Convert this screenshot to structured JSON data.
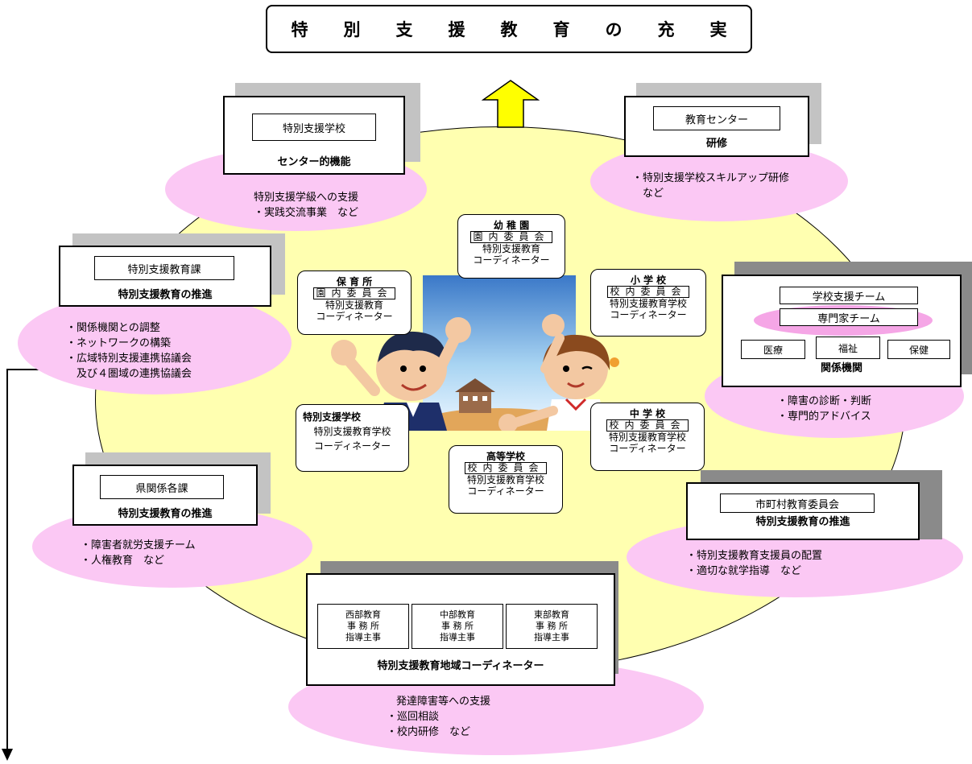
{
  "title": "特別支援教育の充実",
  "special_school": {
    "name": "特別支援学校",
    "function": "センター的機能",
    "notes": [
      "特別支援学級への支援",
      "・実践交流事業　など"
    ]
  },
  "ed_center": {
    "name": "教育センター",
    "function": "研修",
    "notes": [
      "・特別支援学校スキルアップ研修",
      "　など"
    ]
  },
  "tokushi_ka": {
    "name": "特別支援教育課",
    "function": "特別支援教育の推進",
    "notes": [
      "・関係機関との調整",
      "・ネットワークの構築",
      "・広域特別支援連携協議会",
      "　及び４圏域の連携協議会"
    ]
  },
  "kankei_kikan": {
    "team1": "学校支援チーム",
    "team2": "専門家チーム",
    "items": [
      "医療",
      "福祉",
      "保健"
    ],
    "label": "関係機関",
    "notes": [
      "・障害の診断・判断",
      "・専門的アドバイス"
    ]
  },
  "ken_kakuka": {
    "name": "県関係各課",
    "function": "特別支援教育の推進",
    "notes": [
      "・障害者就労支援チーム",
      "・人権教育　など"
    ]
  },
  "shichoson": {
    "name": "市町村教育委員会",
    "function": "特別支援教育の推進",
    "notes": [
      "・特別支援教育支援員の配置",
      "・適切な就学指導　など"
    ]
  },
  "regional": {
    "offices": [
      [
        "西部教育",
        "事 務 所",
        "指導主事"
      ],
      [
        "中部教育",
        "事 務 所",
        "指導主事"
      ],
      [
        "東部教育",
        "事 務 所",
        "指導主事"
      ]
    ],
    "label": "特別支援教育地域コーディネーター",
    "notes": [
      "発達障害等への支援",
      "・巡回相談",
      "・校内研修　など"
    ]
  },
  "schools": {
    "youchien": {
      "name": "幼 稚 園",
      "committee": "園内委員会",
      "coord1": "特別支援教育",
      "coord2": "コーディネーター"
    },
    "hoikusho": {
      "name": "保 育 所",
      "committee": "園内委員会",
      "coord1": "特別支援教育",
      "coord2": "コーディネーター"
    },
    "shougakkou": {
      "name": "小 学 校",
      "committee": "校内委員会",
      "coord1": "特別支援教育学校",
      "coord2": "コーディネーター"
    },
    "tokushi": {
      "name": "特別支援学校",
      "coord1": "特別支援教育学校",
      "coord2": "コーディネーター"
    },
    "chuugakkou": {
      "name": "中 学 校",
      "committee": "校内委員会",
      "coord1": "特別支援教育学校",
      "coord2": "コーディネーター"
    },
    "koutou": {
      "name": "高等学校",
      "committee": "校内委員会",
      "coord1": "特別支援教育学校",
      "coord2": "コーディネーター"
    }
  }
}
